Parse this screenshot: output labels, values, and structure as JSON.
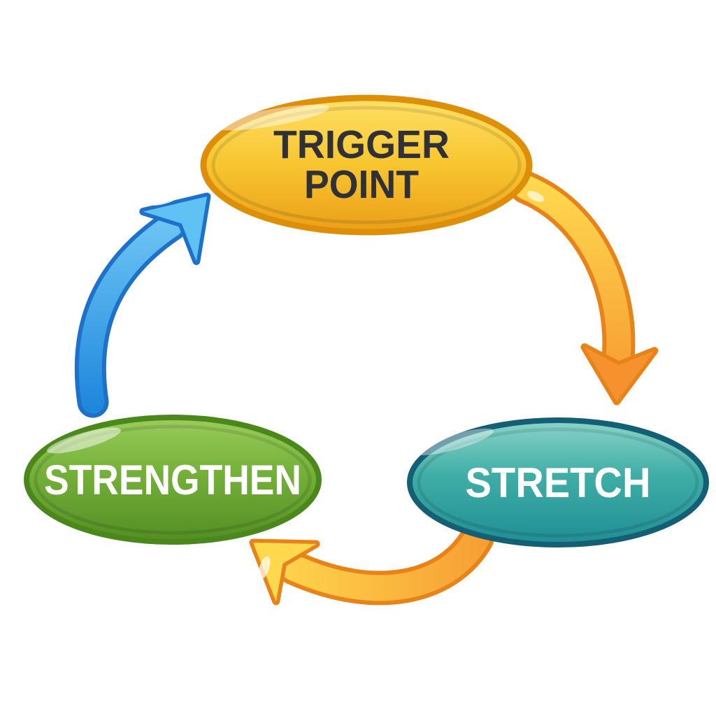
{
  "diagram": {
    "background": "#FFFFFF",
    "nodes": [
      {
        "id": "trigger-point",
        "label_line1": "TRIGGER",
        "label_line2": "POINT",
        "fill_top": "#FFE066",
        "fill_mid": "#F7C52F",
        "fill_bottom": "#EB9F19",
        "border": "#DE8F0A",
        "text_color": "#2F3136"
      },
      {
        "id": "stretch",
        "label": "STRETCH",
        "fill_top": "#8AD4CA",
        "fill_mid": "#3FADA5",
        "fill_bottom": "#1F8E96",
        "border": "#155F74",
        "text_color": "#FFFFFF"
      },
      {
        "id": "strengthen",
        "label": "STRENGTHEN",
        "fill_top": "#9CCC5C",
        "fill_mid": "#74B039",
        "fill_bottom": "#548E25",
        "border": "#4A881B",
        "text_color": "#FFFFFF"
      }
    ],
    "arrows": [
      {
        "id": "trigger-to-stretch",
        "from": "TRIGGER POINT",
        "to": "STRETCH",
        "color_start": "#FFDA50",
        "color_end": "#F5932E",
        "head_color": "#F5922D",
        "outline": "#E8831A"
      },
      {
        "id": "stretch-to-strengthen",
        "from": "STRETCH",
        "to": "STRENGTHEN",
        "color_start": "#F79E33",
        "color_end": "#FFD94F",
        "head_color": "#FFD84E",
        "outline": "#E8831A"
      },
      {
        "id": "strengthen-to-trigger",
        "from": "STRENGTHEN",
        "to": "TRIGGER POINT",
        "color_start": "#74CBF6",
        "color_end": "#1E86DC",
        "head_color": "#5FC2F3",
        "outline": "#1D71C9"
      }
    ]
  }
}
